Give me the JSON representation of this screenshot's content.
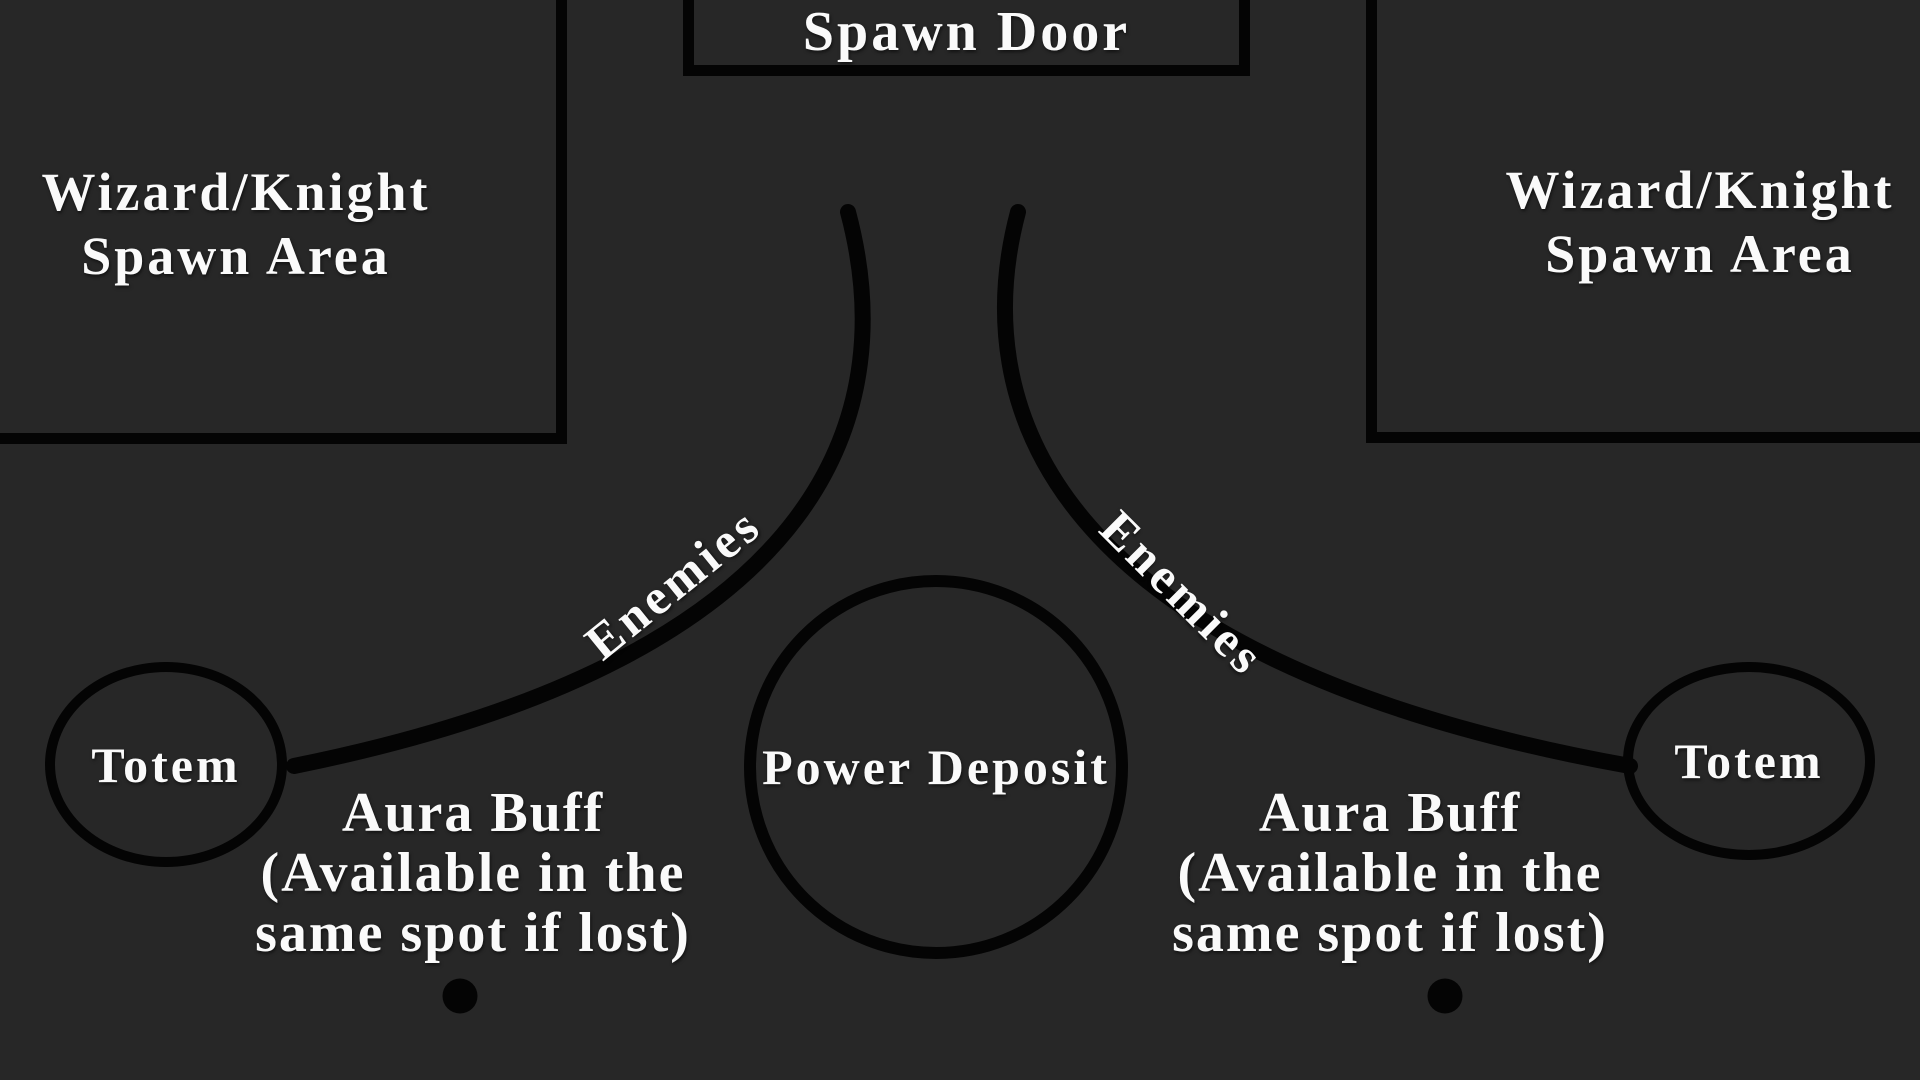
{
  "theme": {
    "background": "#272727",
    "line_color": "#040404",
    "text_color": "#fafafa"
  },
  "diagram": {
    "title_hint": "game area map sketch",
    "spawn_door": {
      "label": "Spawn Door"
    },
    "spawn_area_left": {
      "lines": [
        "Wizard/Knight",
        "Spawn Area"
      ]
    },
    "spawn_area_right": {
      "lines": [
        "Wizard/Knight",
        "Spawn Area"
      ]
    },
    "power_deposit": {
      "lines": [
        "Power",
        "Deposit"
      ]
    },
    "totem_left": {
      "label": "Totem"
    },
    "totem_right": {
      "label": "Totem"
    },
    "enemies_left": {
      "label": "Enemies"
    },
    "enemies_right": {
      "label": "Enemies"
    },
    "aura_buff_left": {
      "lines": [
        "Aura Buff",
        "(Available in the",
        "same spot if lost)"
      ]
    },
    "aura_buff_right": {
      "lines": [
        "Aura Buff",
        "(Available in the",
        "same spot if lost)"
      ]
    }
  }
}
